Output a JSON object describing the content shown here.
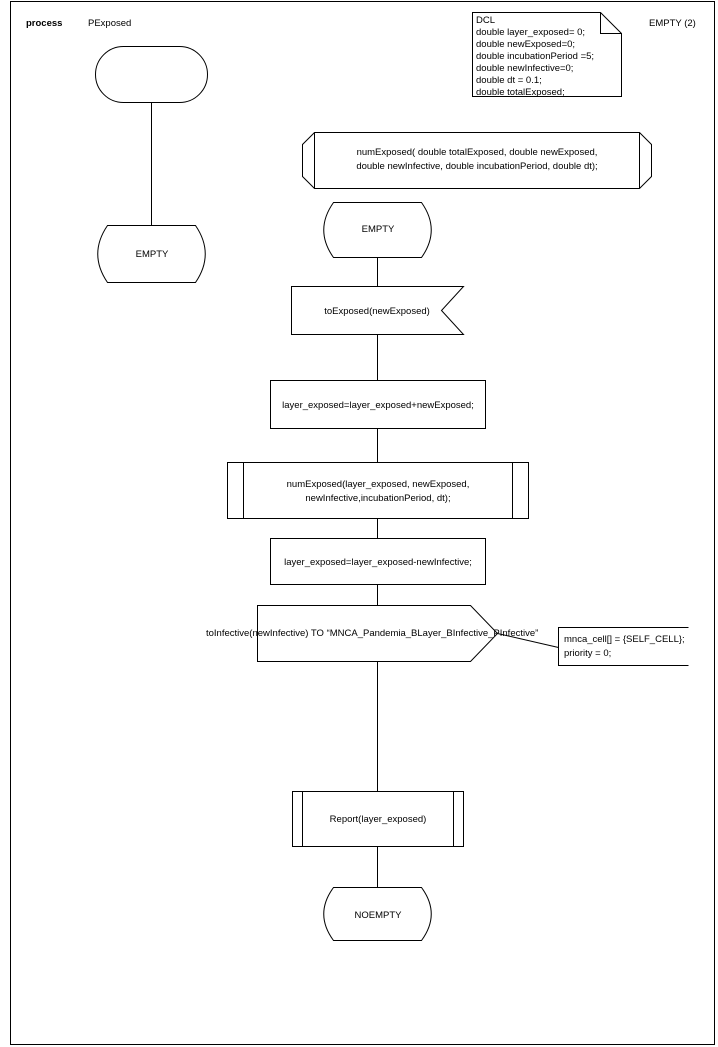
{
  "header": {
    "process_keyword": "process",
    "process_name": "PExposed",
    "page_label": "EMPTY (2)"
  },
  "dcl": {
    "lines": [
      "DCL",
      "double layer_exposed= 0;",
      "double newExposed=0;",
      "double incubationPeriod =5;",
      "double newInfective=0;",
      "double dt = 0.1;",
      "double totalExposed;"
    ]
  },
  "left_column": {
    "start_state": "",
    "state_label": "EMPTY"
  },
  "procedure_decl": {
    "lines": [
      "numExposed( double totalExposed, double newExposed,",
      "double newInfective, double incubationPeriod, double dt);"
    ]
  },
  "flow": {
    "state_top": "EMPTY",
    "input_signal": "toExposed(newExposed)",
    "task1": "layer_exposed=layer_exposed+newExposed;",
    "procedure_call": [
      "numExposed(layer_exposed, newExposed,",
      "newInfective,incubationPeriod, dt);"
    ],
    "task2": "layer_exposed=layer_exposed-newInfective;",
    "output_signal": "toInfective(newInfective) TO “MNCA_Pandemia_BLayer_BInfective_PInfective”",
    "comment": [
      "mnca_cell[] = {SELF_CELL};",
      "priority = 0;"
    ],
    "report_call": "Report(layer_exposed)",
    "state_bottom": "NOEMPTY"
  }
}
